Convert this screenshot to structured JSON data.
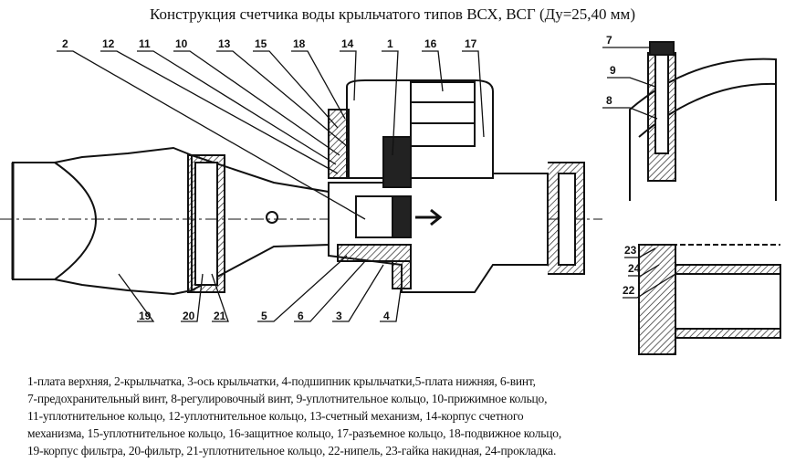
{
  "title": "Конструкция счетчика воды крыльчатого типов ВСХ, ВСГ (Ду=25,40 мм)",
  "labels": {
    "top": [
      "2",
      "12",
      "11",
      "10",
      "13",
      "15",
      "18",
      "14",
      "1",
      "16",
      "17"
    ],
    "inset_top": [
      "7",
      "9",
      "8"
    ],
    "inset_bottom": [
      "23",
      "24",
      "22"
    ],
    "bottom": [
      "19",
      "20",
      "21",
      "5",
      "6",
      "3",
      "4"
    ]
  },
  "caption_lines": [
    "1-плата верхняя, 2-крыльчатка, 3-ось крыльчатки, 4-подшипник крыльчатки,5-плата нижняя, 6-винт,",
    "7-предохранительный винт, 8-регулировочный винт, 9-уплотнительное кольцо, 10-прижимное кольцо,",
    "11-уплотнительное кольцо, 12-уплотнительное кольцо, 13-счетный механизм, 14-корпус счетного",
    "механизма, 15-уплотнительное кольцо, 16-защитное кольцо, 17-разъемное кольцо, 18-подвижное кольцо,",
    "19-корпус фильтра, 20-фильтр, 21-уплотнительное кольцо, 22-нипель, 23-гайка накидная, 24-прокладка."
  ]
}
